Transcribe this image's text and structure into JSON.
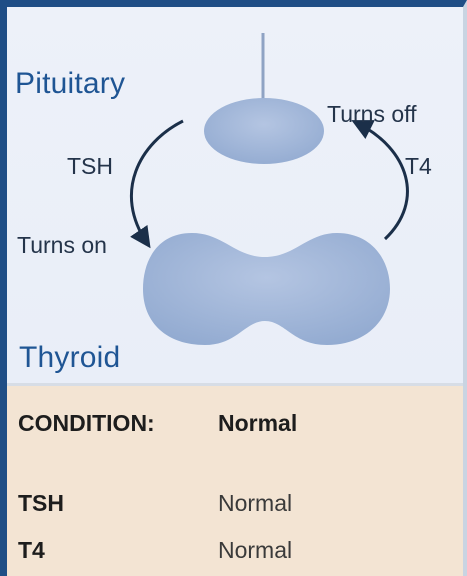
{
  "diagram": {
    "pituitary_label": "Pituitary",
    "thyroid_label": "Thyroid",
    "tsh_label": "TSH",
    "t4_label": "T4",
    "turns_on_label": "Turns on",
    "turns_off_label": "Turns off"
  },
  "info": {
    "condition_label": "CONDITION:",
    "condition_value": "Normal",
    "rows": [
      {
        "label": "TSH",
        "value": "Normal"
      },
      {
        "label": "T4",
        "value": "Normal"
      }
    ]
  },
  "colors": {
    "frame_border": "#1f4e86",
    "diagram_background": "#ebf0f8",
    "info_background": "#f3e4d3",
    "label_blue": "#1f5594",
    "gland_fill": "#9fb4d6"
  }
}
